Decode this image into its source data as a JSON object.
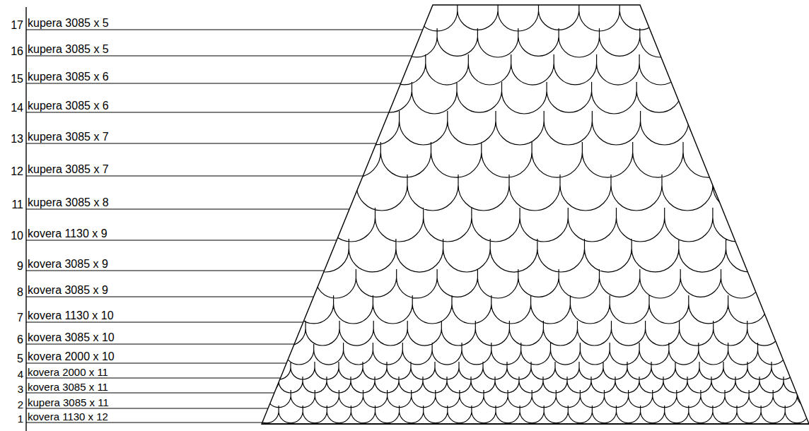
{
  "diagram": {
    "labels": [
      "17",
      "kupera 3085 x 5",
      "16",
      "kupera 3085 x 5",
      "15",
      "kupera 3085 x 6",
      "14",
      "kupera 3085 x 6",
      "13",
      "kupera 3085 x 7",
      "12",
      "kupera 3085 x 7",
      "11",
      "kupera 3085 x 8",
      "10",
      "kovera 1130 x 9",
      "9",
      "kovera 3085 x 9",
      "8",
      "kovera 3085 x 9",
      "7",
      "kovera 1130 x 10",
      "6",
      "kovera 3085 x 10",
      "5",
      "kovera 2000 x 10",
      "4",
      "kovera 2000 x 11",
      "3",
      "kovera 3085 x 11",
      "2",
      "kupera 3085 x 11",
      "1",
      "kovera 1130 x 12"
    ]
  }
}
